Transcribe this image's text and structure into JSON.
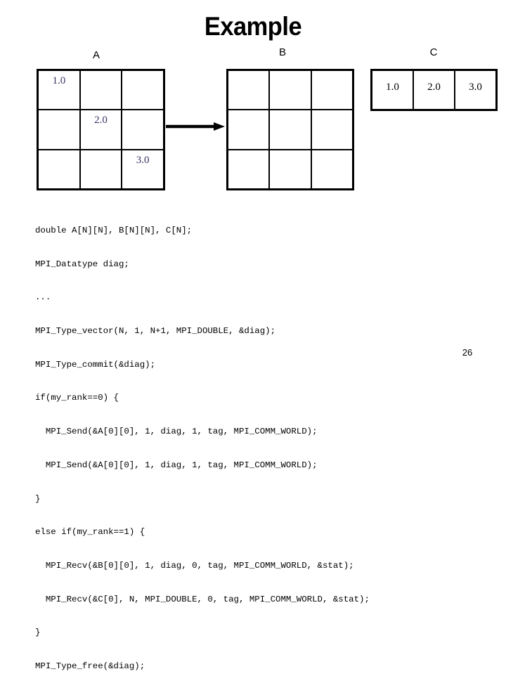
{
  "slide": {
    "title": "Example",
    "page_number": "26",
    "text_color": "#000000",
    "diagonal_value_color": "#333366",
    "vector_value_color": "#000000",
    "background": "#ffffff"
  },
  "matrices": {
    "a": {
      "label": "A",
      "rows": 3,
      "cols": 3,
      "cells": [
        [
          "1.0",
          "",
          ""
        ],
        [
          "",
          "2.0",
          ""
        ],
        [
          "",
          "",
          "3.0"
        ]
      ]
    },
    "b": {
      "label": "B",
      "rows": 3,
      "cols": 3,
      "cells": [
        [
          "",
          "",
          ""
        ],
        [
          "",
          "",
          ""
        ],
        [
          "",
          "",
          ""
        ]
      ]
    },
    "c": {
      "label": "C",
      "rows": 1,
      "cols": 3,
      "cells": [
        [
          "1.0",
          "2.0",
          "3.0"
        ]
      ]
    }
  },
  "arrow": {
    "direction": "right",
    "from": "A",
    "to": "B"
  },
  "code": {
    "lines": [
      "double A[N][N], B[N][N], C[N];",
      "MPI_Datatype diag;",
      "...",
      "MPI_Type_vector(N, 1, N+1, MPI_DOUBLE, &diag);",
      "MPI_Type_commit(&diag);",
      "if(my_rank==0) {",
      "  MPI_Send(&A[0][0], 1, diag, 1, tag, MPI_COMM_WORLD);",
      "  MPI_Send(&A[0][0], 1, diag, 1, tag, MPI_COMM_WORLD);",
      "}",
      "else if(my_rank==1) {",
      "  MPI_Recv(&B[0][0], 1, diag, 0, tag, MPI_COMM_WORLD, &stat);",
      "  MPI_Recv(&C[0], N, MPI_DOUBLE, 0, tag, MPI_COMM_WORLD, &stat);",
      "}",
      "MPI_Type_free(&diag);"
    ]
  }
}
